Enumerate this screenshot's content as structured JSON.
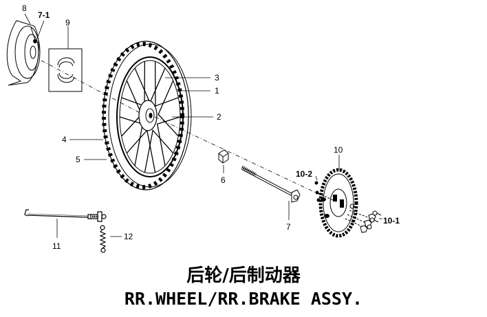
{
  "title_cn": "后轮/后制动器",
  "title_en": "RR.WHEEL/RR.BRAKE ASSY.",
  "callouts": {
    "c8": "8",
    "c7_1": "7-1",
    "c9": "9",
    "c3": "3",
    "c1": "1",
    "c2": "2",
    "c4": "4",
    "c5": "5",
    "c6": "6",
    "c7": "7",
    "c10": "10",
    "c10_2": "10-2",
    "c10_1": "10-1",
    "c11": "11",
    "c12": "12"
  }
}
